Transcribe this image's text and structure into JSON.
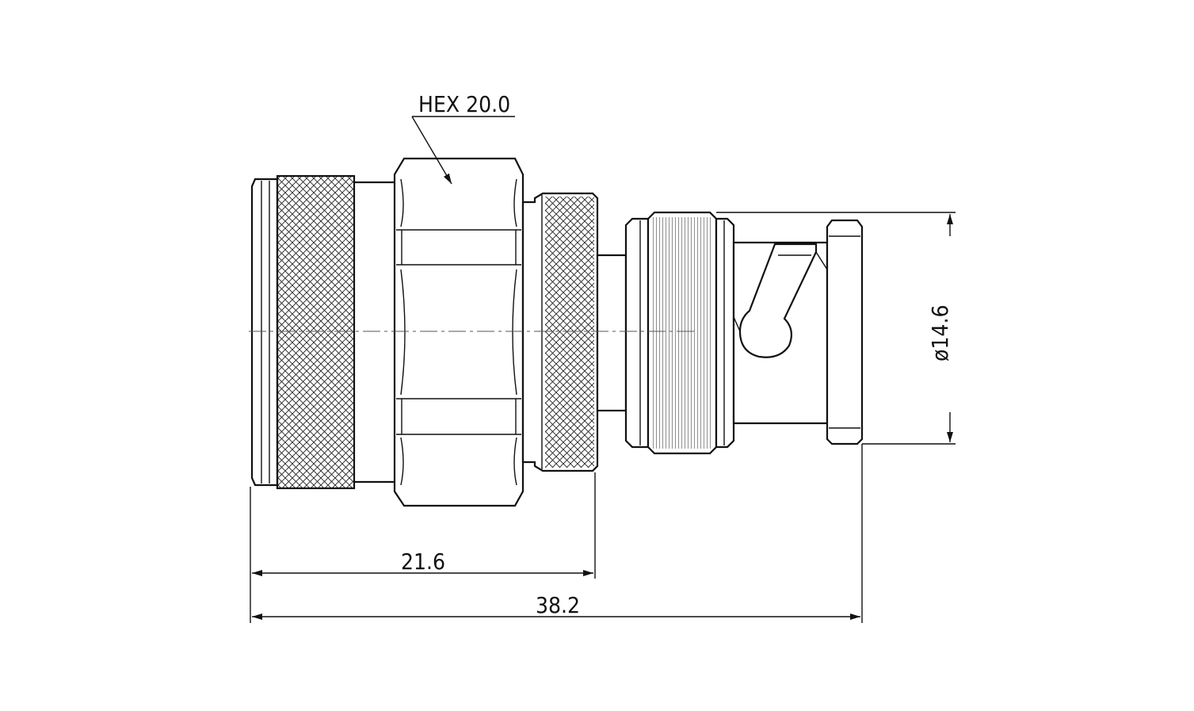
{
  "annotations": {
    "hex": "HEX 20.0",
    "diameter": "ø14.6",
    "length_short": "21.6",
    "length_total": "38.2"
  },
  "colors": {
    "line": "#111111",
    "background": "#ffffff"
  }
}
